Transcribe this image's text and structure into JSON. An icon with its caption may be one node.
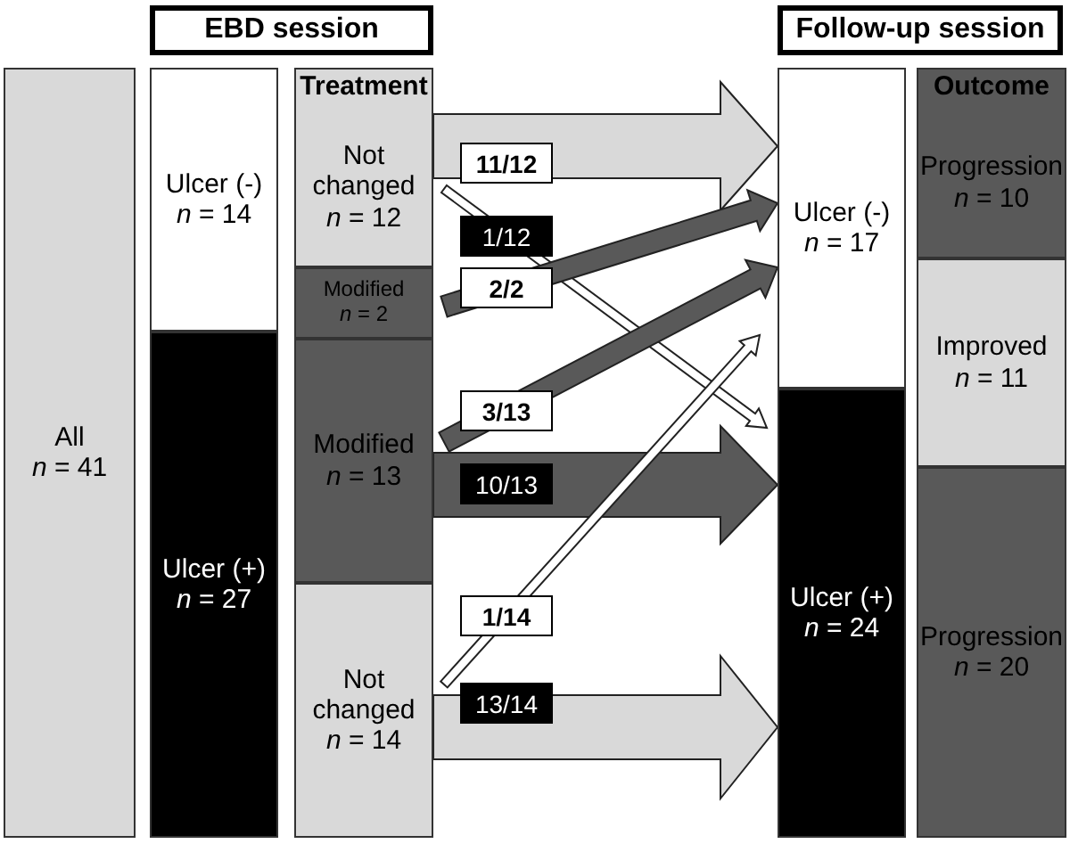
{
  "diagram": {
    "nodes": [
      {
        "text": [
          "All",
          "*n* = 41"
        ]
      },
      {
        "text": [
          "EBD session"
        ]
      },
      {
        "text": [
          "Ulcer (-)",
          "*n* = 14"
        ]
      },
      {
        "text": [
          "Ulcer (+)",
          "*n* = 27"
        ]
      },
      {
        "text": [
          "Not changed",
          "*n* = 12"
        ]
      },
      {
        "text": [
          "Modified",
          "*n* = 2"
        ]
      },
      {
        "text": [
          "Modified",
          "*n* = 13"
        ]
      },
      {
        "text": [
          "Not changed",
          "*n* = 14"
        ]
      },
      {
        "text": [
          "Follow-up session"
        ]
      },
      {
        "text": [
          "Ulcer (-)",
          "*n* = 17"
        ]
      },
      {
        "text": [
          "Ulcer (+)",
          "*n* = 24"
        ]
      },
      {
        "text": [
          "Progression",
          "*n* = 10"
        ]
      },
      {
        "text": [
          "Improved",
          "*n* = 11"
        ]
      },
      {
        "text": [
          "Progression",
          "*n* = 20"
        ]
      }
    ],
    "edges": [
      {
        "from": 4,
        "to": 9,
        "arrow": "to",
        "label": "11/12",
        "style": "thick",
        "color": "#d9d9d9"
      },
      {
        "from": 4,
        "to": 10,
        "arrow": "to",
        "label": "1/12",
        "color": "#ffffff"
      },
      {
        "from": 5,
        "to": 9,
        "arrow": "to",
        "label": "2/2",
        "color": "#595959"
      },
      {
        "from": 6,
        "to": 9,
        "arrow": "to",
        "label": "3/13",
        "color": "#595959"
      },
      {
        "from": 6,
        "to": 10,
        "arrow": "to",
        "label": "10/13",
        "style": "thick",
        "color": "#595959"
      },
      {
        "from": 7,
        "to": 9,
        "arrow": "to",
        "label": "1/14",
        "color": "#ffffff"
      },
      {
        "from": 7,
        "to": 10,
        "arrow": "to",
        "label": "13/14",
        "style": "thick",
        "color": "#d9d9d9"
      }
    ],
    "labels": [
      "Treatment",
      "Outcome"
    ]
  }
}
